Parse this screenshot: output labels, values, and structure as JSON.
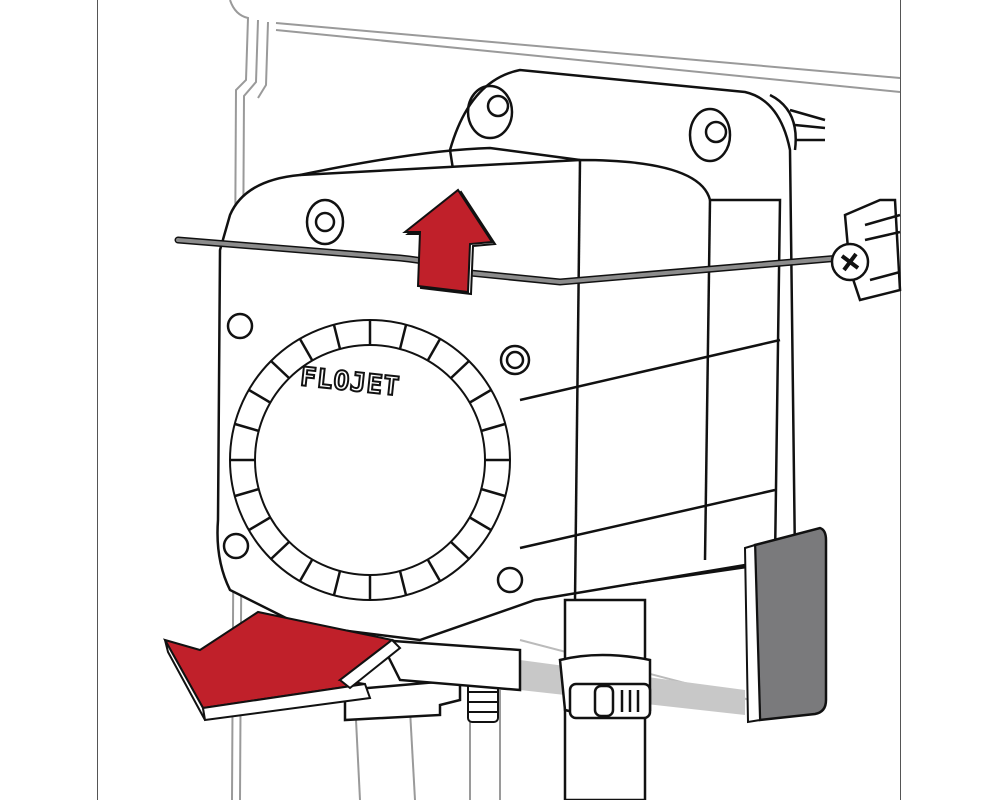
{
  "illustration": {
    "subject": "Flojet pump mounted on bracket with retaining wire",
    "logo_text": "FLOJET",
    "colors": {
      "background": "#ffffff",
      "line": "#111111",
      "ghost_line": "#9a9a9a",
      "arrow_red": "#c0202a",
      "wire_gray": "#8c8c8c",
      "bracket_gray": "#7a7a7c",
      "shelf_gray": "#c8c8c8"
    },
    "arrows": [
      {
        "name": "lift-wire-arrow",
        "direction": "up"
      },
      {
        "name": "slide-out-arrow",
        "direction": "left"
      }
    ]
  }
}
